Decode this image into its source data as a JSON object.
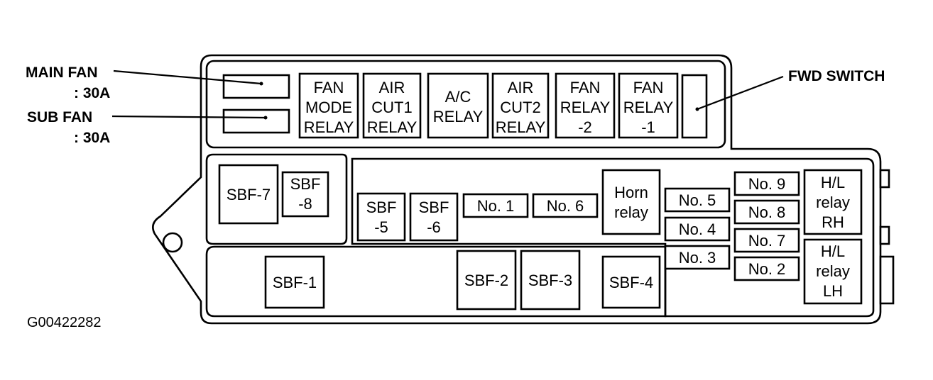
{
  "callouts": {
    "main_fan": [
      "MAIN FAN",
      ": 30A"
    ],
    "sub_fan": [
      "SUB FAN",
      ": 30A"
    ],
    "fwd_switch": "FWD SWITCH"
  },
  "relays_top": {
    "fan_mode_relay": [
      "FAN",
      "MODE",
      "RELAY"
    ],
    "air_cut1_relay": [
      "AIR",
      "CUT1",
      "RELAY"
    ],
    "ac_relay": [
      "A/C",
      "RELAY"
    ],
    "air_cut2_relay": [
      "AIR",
      "CUT2",
      "RELAY"
    ],
    "fan_relay_2": [
      "FAN",
      "RELAY",
      "-2"
    ],
    "fan_relay_1": [
      "FAN",
      "RELAY",
      "-1"
    ]
  },
  "sbf": {
    "sbf7": "SBF-7",
    "sbf8": [
      "SBF",
      "-8"
    ],
    "sbf5": [
      "SBF",
      "-5"
    ],
    "sbf6": [
      "SBF",
      "-6"
    ],
    "sbf1": "SBF-1",
    "sbf2": "SBF-2",
    "sbf3": "SBF-3",
    "sbf4": "SBF-4"
  },
  "fuses": {
    "no1": "No. 1",
    "no2": "No. 2",
    "no3": "No. 3",
    "no4": "No. 4",
    "no5": "No. 5",
    "no6": "No. 6",
    "no7": "No. 7",
    "no8": "No. 8",
    "no9": "No. 9"
  },
  "relays_right": {
    "horn_relay": [
      "Horn",
      "relay"
    ],
    "hl_relay_rh": [
      "H/L",
      "relay",
      "RH"
    ],
    "hl_relay_lh": [
      "H/L",
      "relay",
      "LH"
    ]
  },
  "figure_id": "G00422282"
}
